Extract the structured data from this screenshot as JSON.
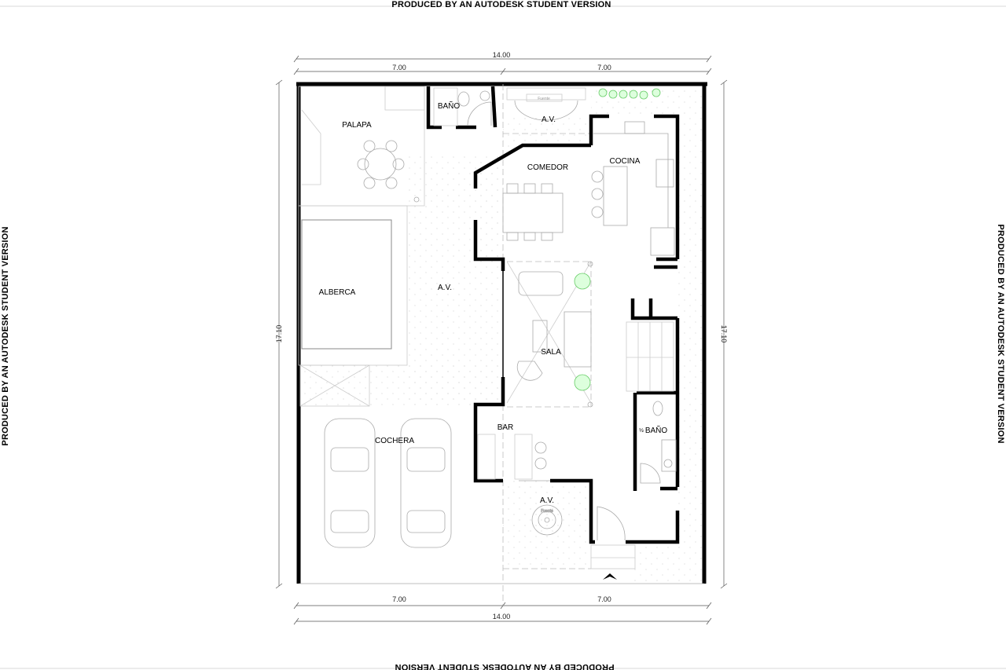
{
  "watermark": "PRODUCED BY AN AUTODESK STUDENT VERSION",
  "dimensions": {
    "total_width": "14.00",
    "half_left": "7.00",
    "half_right": "7.00",
    "total_depth": "17.10"
  },
  "rooms": {
    "palapa": "PALAPA",
    "bano_upper": "BAÑO",
    "av_top": "A.V.",
    "comedor": "COMEDOR",
    "cocina": "COCINA",
    "alberca": "ALBERCA",
    "av_middle": "A.V.",
    "sala": "SALA",
    "cochera": "COCHERA",
    "bar": "BAR",
    "half_bath_fraction": "½",
    "bano_half": "BAÑO",
    "av_bottom": "A.V."
  },
  "annotations": {
    "fountain_top": "Fuente",
    "fountain_bottom": "Fuente"
  },
  "colors": {
    "walls": "#000000",
    "plants": "#66cc66",
    "lines": "#aaaaaa"
  }
}
